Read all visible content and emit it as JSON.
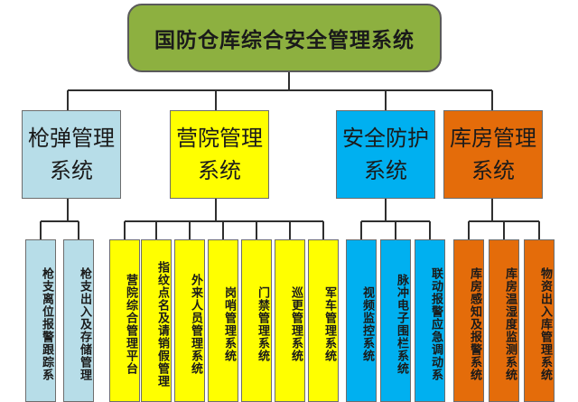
{
  "root": {
    "label": "国防仓库综合安全管理系统",
    "color": "#8db040"
  },
  "groups": [
    {
      "label": "枪弹管理系统",
      "color": "#b7dde8",
      "leaves": [
        "枪支离位报警跟踪系",
        "枪支出入及存储管理"
      ]
    },
    {
      "label": "营院管理系统",
      "color": "#ffff00",
      "leaves": [
        "营院综合管理平台",
        "指纹点名及请销假管理",
        "外来人员管理系统",
        "岗哨管理系统",
        "门禁管理系统",
        "巡更管理系统",
        "军车管理系统"
      ]
    },
    {
      "label": "安全防护系统",
      "color": "#00b0f0",
      "leaves": [
        "视频监控系统",
        "脉冲电子围栏系统",
        "联动报警应急调动系"
      ]
    },
    {
      "label": "库房管理系统",
      "color": "#e46c0a",
      "leaves": [
        "库房感知及报警系统",
        "库房温湿度监测系统",
        "物资出入库管理系统"
      ]
    }
  ]
}
